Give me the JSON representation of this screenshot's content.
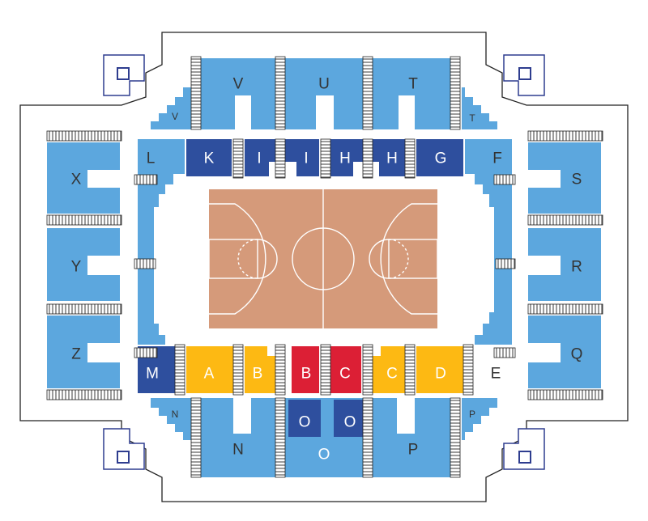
{
  "map": {
    "colors": {
      "upper": "#5ca7de",
      "upper_dark": "#2e4f9e",
      "lower_blue": "#2e4f9e",
      "gold": "#fdb913",
      "red": "#dc1f35",
      "court": "#d59a7a",
      "outline": "#222222",
      "corner_box": "#2e3d8f"
    },
    "sections": {
      "V": "V",
      "U": "U",
      "T": "T",
      "V_small": "V",
      "T_small": "T",
      "K": "K",
      "I1": "I",
      "I2": "I",
      "H1": "H",
      "H2": "H",
      "G": "G",
      "L": "L",
      "F": "F",
      "X": "X",
      "Y": "Y",
      "Z": "Z",
      "S": "S",
      "R": "R",
      "Q": "Q",
      "M": "M",
      "A": "A",
      "B1": "B",
      "B2": "B",
      "C1": "C",
      "C2": "C",
      "D": "D",
      "E": "E",
      "N_small": "N",
      "P_small": "P",
      "N": "N",
      "O1": "O",
      "O2": "O",
      "O3": "O",
      "P": "P"
    }
  }
}
